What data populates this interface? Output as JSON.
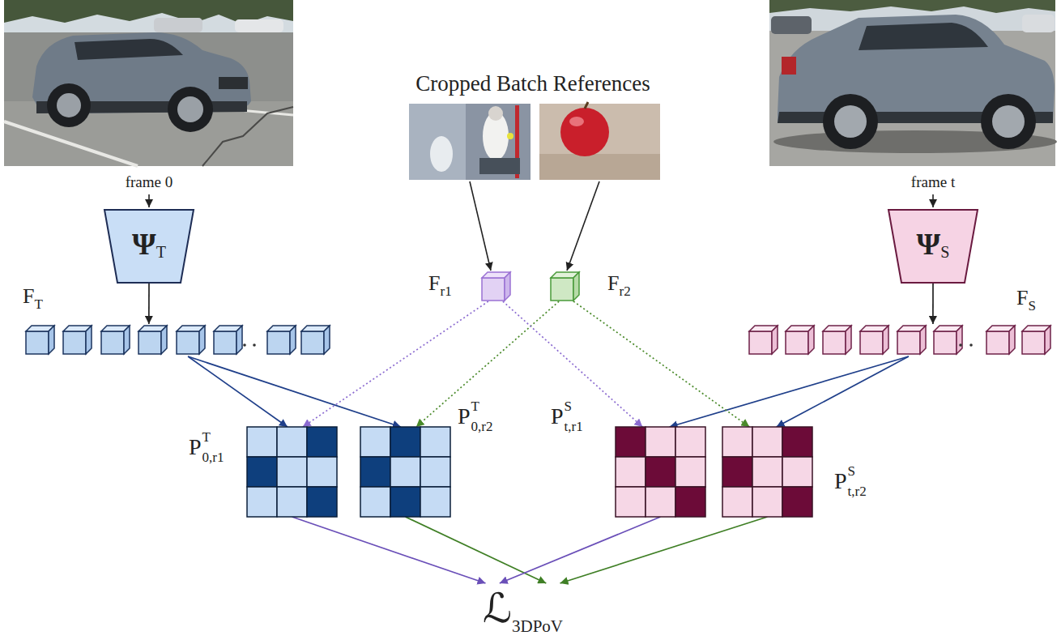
{
  "diagram": {
    "nodes": [
      {
        "text": [
          "Ψ",
          "T"
        ]
      },
      {
        "text": [
          "F",
          "T"
        ]
      },
      {
        "text": [
          "F",
          "r1"
        ]
      },
      {
        "text": [
          "F",
          "r2"
        ]
      },
      {
        "text": [
          "Ψ",
          "S"
        ]
      },
      {
        "text": [
          "F",
          "S"
        ]
      },
      {
        "text": [
          "P",
          "T",
          "0,r1"
        ]
      },
      {
        "text": [
          "P",
          "T",
          "0,r2"
        ]
      },
      {
        "text": [
          "P",
          "S",
          "t,r1"
        ]
      },
      {
        "text": [
          "P",
          "S",
          "t,r2"
        ]
      },
      {
        "text": [
          "ℒ",
          "3DPoV"
        ]
      }
    ],
    "edges": [
      {
        "from": 0,
        "to": 1,
        "arrow": "to"
      },
      {
        "from": 4,
        "to": 5,
        "arrow": "to"
      },
      {
        "from": 1,
        "to": 6,
        "arrow": "to"
      },
      {
        "from": 1,
        "to": 7,
        "arrow": "to"
      },
      {
        "from": 5,
        "to": 8,
        "arrow": "to"
      },
      {
        "from": 5,
        "to": 9,
        "arrow": "to"
      },
      {
        "from": 2,
        "to": 6,
        "arrow": "to"
      },
      {
        "from": 3,
        "to": 7,
        "arrow": "to"
      },
      {
        "from": 2,
        "to": 8,
        "arrow": "to"
      },
      {
        "from": 3,
        "to": 9,
        "arrow": "to"
      },
      {
        "from": 6,
        "to": 10,
        "arrow": "to"
      },
      {
        "from": 7,
        "to": 10,
        "arrow": "to"
      },
      {
        "from": 8,
        "to": 10,
        "arrow": "to"
      },
      {
        "from": 9,
        "to": 10,
        "arrow": "to"
      }
    ],
    "labels": [
      "Cropped Batch References",
      "frame 0",
      "frame t"
    ]
  }
}
